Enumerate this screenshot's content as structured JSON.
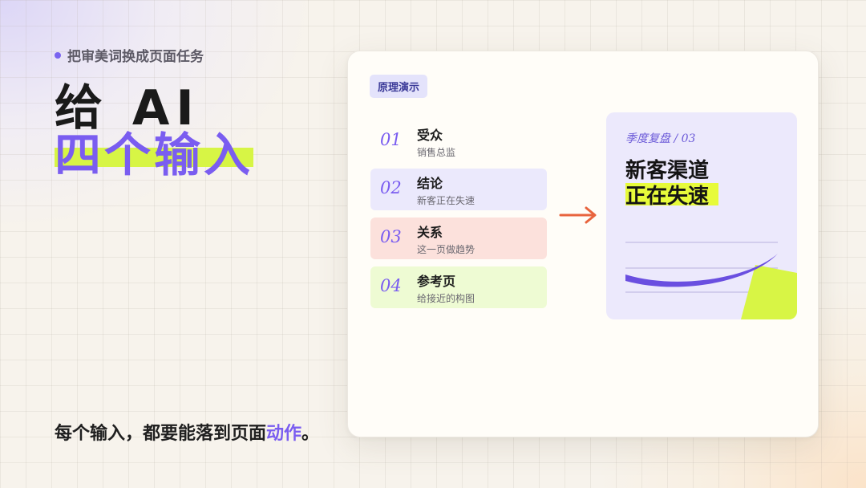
{
  "header": {
    "eyebrow": "把审美词换成页面任务",
    "title_line1": "给 AI",
    "title_line2": "四个输入"
  },
  "footer": {
    "text_main": "每个输入，都要能落到页面",
    "text_accent": "动作",
    "text_end": "。"
  },
  "card": {
    "badge": "原理演示",
    "steps": [
      {
        "num": "01",
        "title": "受众",
        "sub": "销售总监"
      },
      {
        "num": "02",
        "title": "结论",
        "sub": "新客正在失速"
      },
      {
        "num": "03",
        "title": "关系",
        "sub": "这一页做趋势"
      },
      {
        "num": "04",
        "title": "参考页",
        "sub": "给接近的构图"
      }
    ],
    "preview": {
      "kicker": "季度复盘 / 03",
      "headline_1": "新客渠道",
      "headline_2": "正在失速"
    }
  },
  "colors": {
    "accent_purple": "#7a5df0",
    "highlight_lime": "#d7f545",
    "arrow_orange": "#e8643e"
  }
}
